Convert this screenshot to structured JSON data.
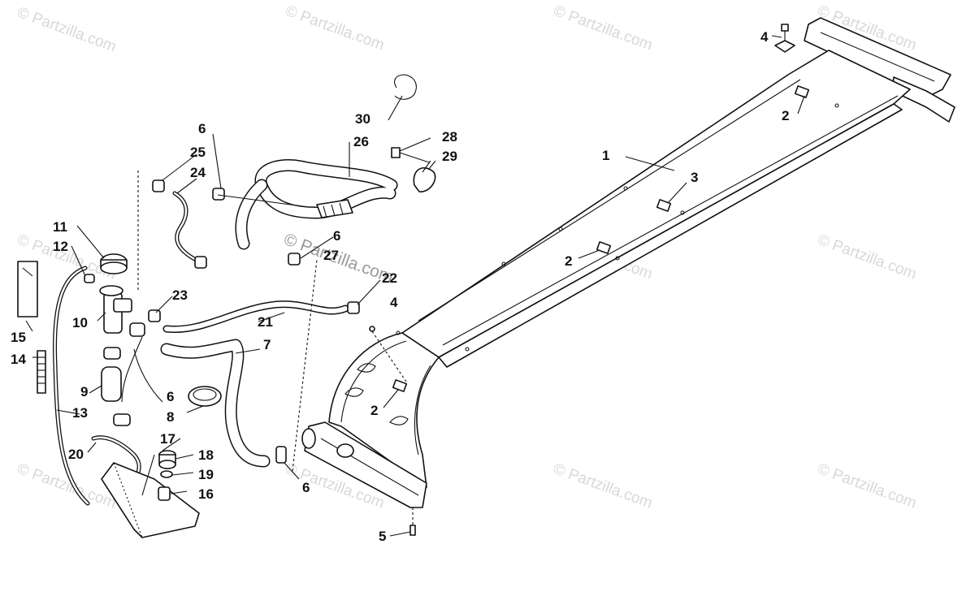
{
  "watermark": {
    "text": "© Partzilla.com",
    "center_text": "© Partzilla.com"
  },
  "callouts": {
    "c1": "1",
    "c2a": "2",
    "c2b": "2",
    "c2c": "2",
    "c3": "3",
    "c4a": "4",
    "c4b": "4",
    "c5": "5",
    "c6a": "6",
    "c6b": "6",
    "c6c": "6",
    "c6d": "6",
    "c7": "7",
    "c8": "8",
    "c9": "9",
    "c10": "10",
    "c11": "11",
    "c12": "12",
    "c13": "13",
    "c14": "14",
    "c15": "15",
    "c16": "16",
    "c17": "17",
    "c18": "18",
    "c19": "19",
    "c20": "20",
    "c21": "21",
    "c22": "22",
    "c23": "23",
    "c24": "24",
    "c25": "25",
    "c26": "26",
    "c27": "27",
    "c28": "28",
    "c29": "29",
    "c30": "30"
  },
  "colors": {
    "line": "#111111",
    "background": "#ffffff",
    "watermark": "#d8d8d8"
  }
}
